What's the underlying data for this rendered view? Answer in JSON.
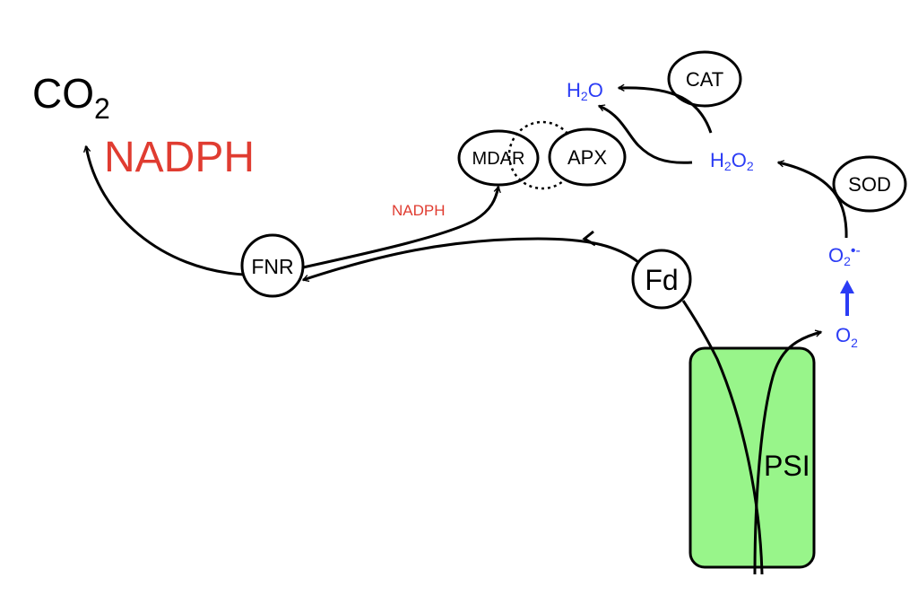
{
  "colors": {
    "ink": "#000000",
    "red": "#e03c31",
    "blue": "#2b3cf5",
    "psi_fill": "#98f58a"
  },
  "labels": {
    "co2_main": "CO",
    "co2_sub": "2",
    "nadph_big": "NADPH",
    "nadph_small": "NADPH",
    "h2o_h": "H",
    "h2o_sub": "2",
    "h2o_o": "O",
    "h2o2_h": "H",
    "h2o2_sub1": "2",
    "h2o2_o": "O",
    "h2o2_sub2": "2",
    "o2rad_o": "O",
    "o2rad_sub": "2",
    "o2rad_sup": "•-",
    "o2_o": "O",
    "o2_sub": "2"
  },
  "nodes": {
    "cat": "CAT",
    "sod": "SOD",
    "mdar": "MDAR",
    "apx": "APX",
    "fnr": "FNR",
    "fd": "Fd",
    "psi": "PSI"
  }
}
